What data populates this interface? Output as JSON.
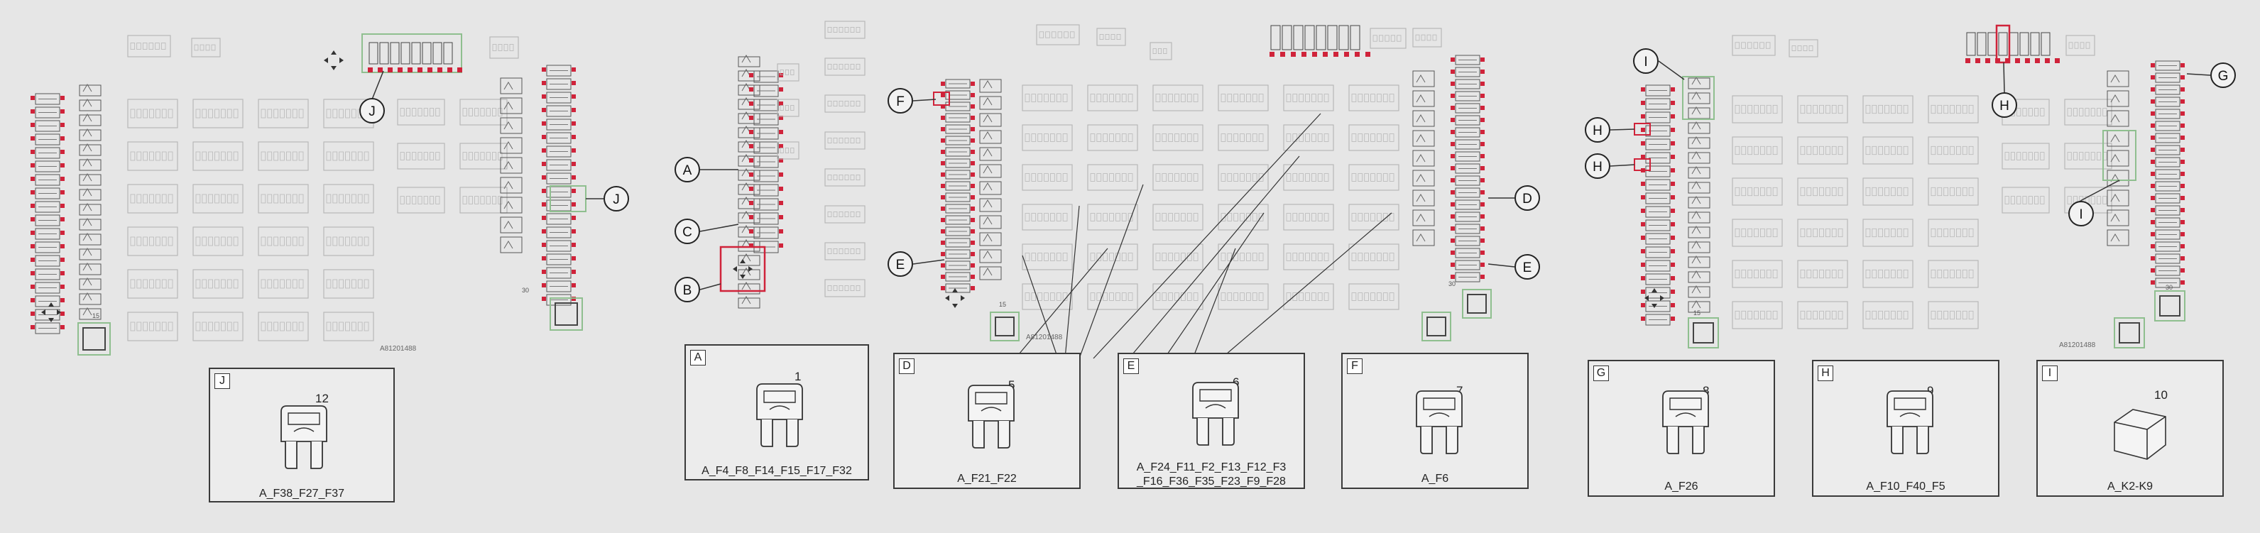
{
  "diagram": {
    "colors": {
      "background": "#e6e6e6",
      "fuse_highlight": "#d0233a",
      "relay_highlight": "#8fbf8f",
      "component_grey": "#b8b8b8",
      "line": "#333333"
    },
    "boards": [
      {
        "code": "A81201488",
        "slot_a": "15",
        "slot_b": "30"
      },
      {
        "code": "A81201488",
        "slot_a": "15",
        "slot_b": "30"
      },
      {
        "code": "A81201488",
        "slot_a": "15",
        "slot_b": "30"
      }
    ],
    "callouts": [
      "J",
      "J",
      "A",
      "C",
      "B",
      "F",
      "E",
      "D",
      "E",
      "I",
      "H",
      "H",
      "H",
      "I",
      "G"
    ],
    "detail_boxes": [
      {
        "letter": "J",
        "number": "12",
        "caption": "A_F38_F27_F37",
        "icon": "blade-fuse-icon"
      },
      {
        "letter": "A",
        "number": "1",
        "caption": "A_F4_F8_F14_F15_F17_F32",
        "icon": "blade-fuse-icon"
      },
      {
        "letter": "D",
        "number": "5",
        "caption": "A_F21_F22",
        "icon": "blade-fuse-icon"
      },
      {
        "letter": "E",
        "number": "6",
        "caption": "A_F24_F11_F2_F13_F12_F3",
        "caption2": "_F16_F36_F35_F23_F9_F28",
        "icon": "blade-fuse-icon"
      },
      {
        "letter": "F",
        "number": "7",
        "caption": "A_F6",
        "icon": "blade-fuse-icon"
      },
      {
        "letter": "G",
        "number": "8",
        "caption": "A_F26",
        "icon": "blade-fuse-icon"
      },
      {
        "letter": "H",
        "number": "9",
        "caption": "A_F10_F40_F5",
        "icon": "blade-fuse-icon"
      },
      {
        "letter": "I",
        "number": "10",
        "caption": "A_K2-K9",
        "icon": "relay-icon"
      }
    ]
  }
}
